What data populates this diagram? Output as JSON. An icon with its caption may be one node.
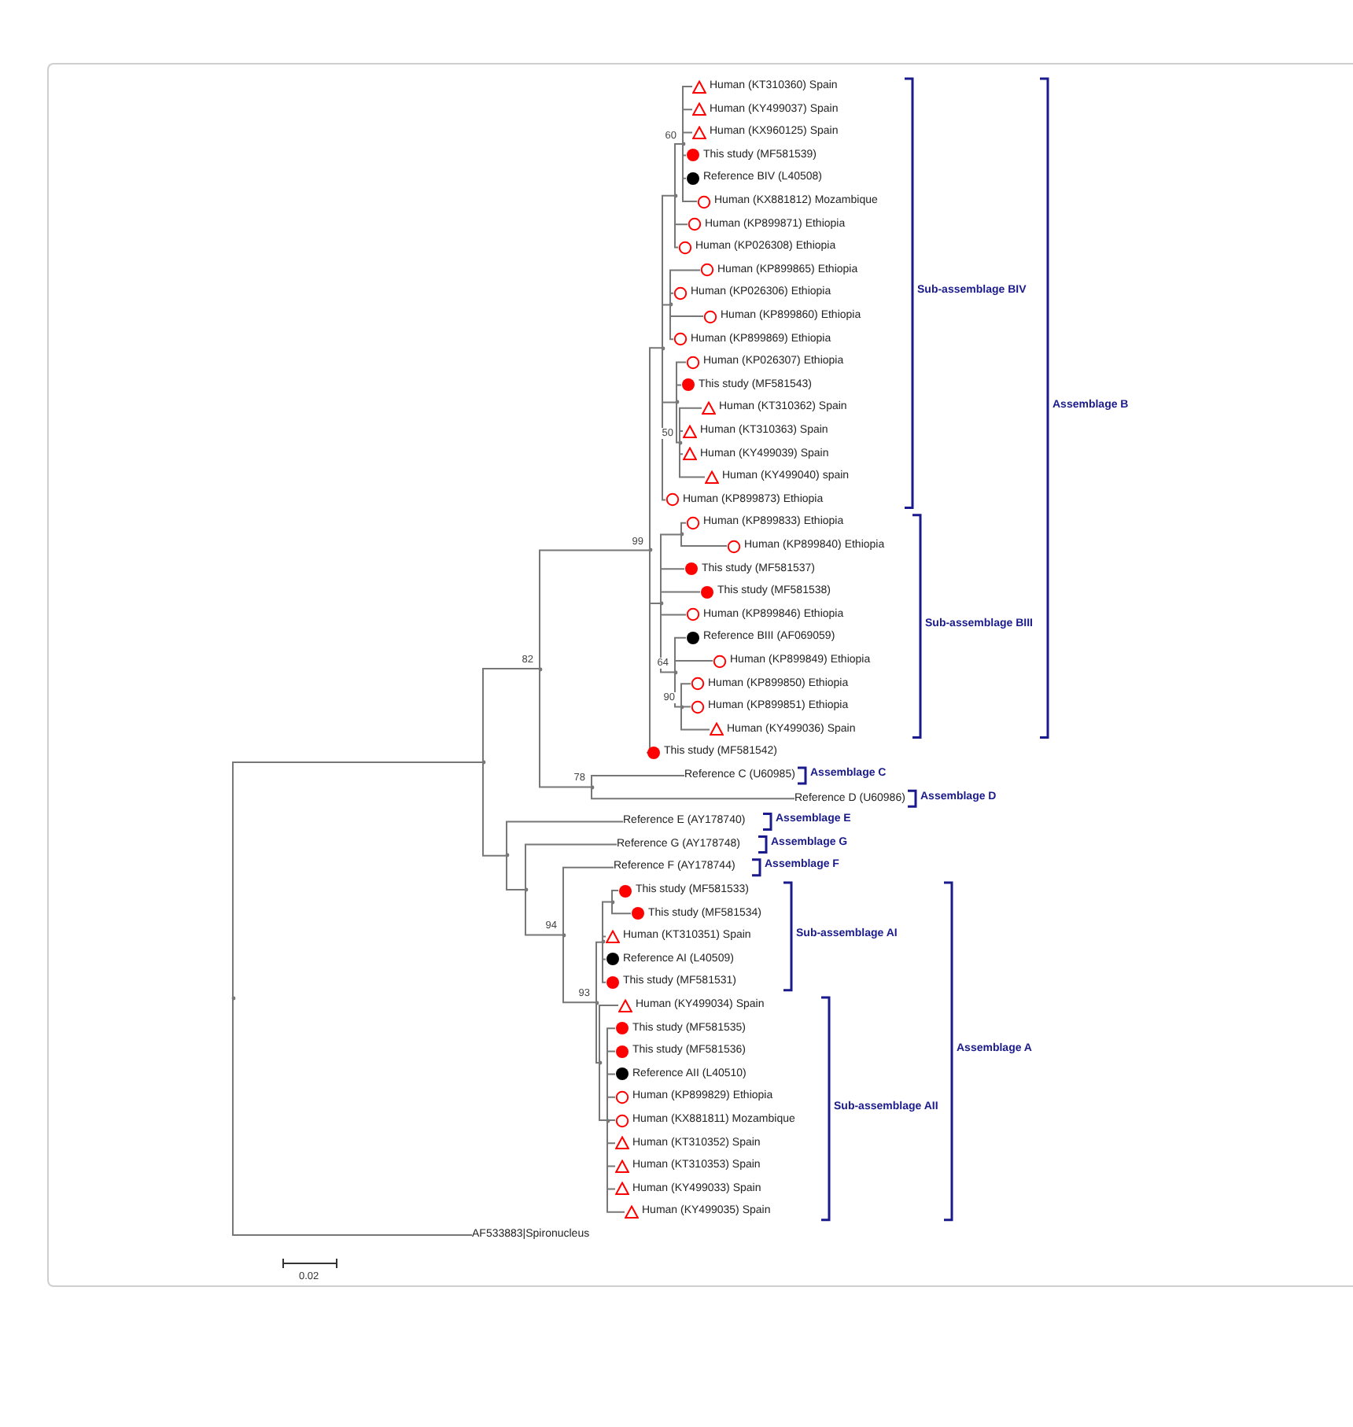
{
  "diagram": {
    "nodes": [
      {
        "text": [],
        "shape": "triangle",
        "beside": [
          "Human (KT310360) Spain"
        ]
      },
      {
        "text": [],
        "shape": "triangle",
        "beside": [
          "Human (KY499037) Spain"
        ]
      },
      {
        "text": [],
        "shape": "triangle",
        "beside": [
          "Human (KX960125) Spain"
        ]
      },
      {
        "text": [],
        "shape": "dot",
        "beside": [
          "This study (MF581539)"
        ]
      },
      {
        "text": [],
        "shape": "dot",
        "beside": [
          "Reference BIV (L40508)"
        ]
      },
      {
        "text": [],
        "shape": "circle",
        "beside": [
          "Human (KX881812) Mozambique"
        ]
      },
      {
        "text": [],
        "shape": "circle",
        "beside": [
          "Human (KP899871) Ethiopia"
        ]
      },
      {
        "text": [],
        "shape": "circle",
        "beside": [
          "Human (KP026308) Ethiopia"
        ]
      },
      {
        "text": [],
        "shape": "circle",
        "beside": [
          "Human (KP899865) Ethiopia"
        ]
      },
      {
        "text": [],
        "shape": "circle",
        "beside": [
          "Human (KP026306) Ethiopia"
        ]
      },
      {
        "text": [],
        "shape": "circle",
        "beside": [
          "Human (KP899860) Ethiopia"
        ]
      },
      {
        "text": [],
        "shape": "circle",
        "beside": [
          "Human (KP899869) Ethiopia"
        ]
      },
      {
        "text": [],
        "shape": "circle",
        "beside": [
          "Human (KP026307) Ethiopia"
        ]
      },
      {
        "text": [],
        "shape": "dot",
        "beside": [
          "This study (MF581543)"
        ]
      },
      {
        "text": [],
        "shape": "triangle",
        "beside": [
          "Human (KT310362) Spain"
        ]
      },
      {
        "text": [],
        "shape": "triangle",
        "beside": [
          "Human (KT310363) Spain"
        ]
      },
      {
        "text": [],
        "shape": "triangle",
        "beside": [
          "Human (KY499039) Spain"
        ]
      },
      {
        "text": [],
        "shape": "triangle",
        "beside": [
          "Human (KY499040) spain"
        ]
      },
      {
        "text": [],
        "shape": "circle",
        "beside": [
          "Human (KP899873) Ethiopia"
        ]
      },
      {
        "text": [],
        "shape": "circle",
        "beside": [
          "Human (KP899833) Ethiopia"
        ]
      },
      {
        "text": [],
        "shape": "circle",
        "beside": [
          "Human (KP899840) Ethiopia"
        ]
      },
      {
        "text": [],
        "shape": "dot",
        "beside": [
          "This study (MF581537)"
        ]
      },
      {
        "text": [],
        "shape": "dot",
        "beside": [
          "This study (MF581538)"
        ]
      },
      {
        "text": [],
        "shape": "circle",
        "beside": [
          "Human (KP899846) Ethiopia"
        ]
      },
      {
        "text": [],
        "shape": "dot",
        "beside": [
          "Reference BIII (AF069059)"
        ]
      },
      {
        "text": [],
        "shape": "circle",
        "beside": [
          "Human (KP899849) Ethiopia"
        ]
      },
      {
        "text": [],
        "shape": "circle",
        "beside": [
          "Human (KP899850) Ethiopia"
        ]
      },
      {
        "text": [],
        "shape": "circle",
        "beside": [
          "Human (KP899851) Ethiopia"
        ]
      },
      {
        "text": [],
        "shape": "triangle",
        "beside": [
          "Human (KY499036) Spain"
        ]
      },
      {
        "text": [],
        "shape": "dot",
        "beside": [
          "This study (MF581542)"
        ]
      },
      {
        "text": [
          "Reference C (U60985)"
        ]
      },
      {
        "text": [
          "Reference D (U60986)"
        ]
      },
      {
        "text": [
          "Reference E (AY178740)"
        ]
      },
      {
        "text": [
          "Reference G (AY178748)"
        ]
      },
      {
        "text": [
          "Reference F (AY178744)"
        ]
      },
      {
        "text": [],
        "shape": "dot",
        "beside": [
          "This study (MF581533)"
        ]
      },
      {
        "text": [],
        "shape": "dot",
        "beside": [
          "This study (MF581534)"
        ]
      },
      {
        "text": [],
        "shape": "triangle",
        "beside": [
          "Human (KT310351) Spain"
        ]
      },
      {
        "text": [],
        "shape": "dot",
        "beside": [
          "Reference AI (L40509)"
        ]
      },
      {
        "text": [],
        "shape": "dot",
        "beside": [
          "This study (MF581531)"
        ]
      },
      {
        "text": [],
        "shape": "triangle",
        "beside": [
          "Human (KY499034) Spain"
        ]
      },
      {
        "text": [],
        "shape": "dot",
        "beside": [
          "This study (MF581535)"
        ]
      },
      {
        "text": [],
        "shape": "dot",
        "beside": [
          "This study (MF581536)"
        ]
      },
      {
        "text": [],
        "shape": "dot",
        "beside": [
          "Reference AII (L40510)"
        ]
      },
      {
        "text": [],
        "shape": "circle",
        "beside": [
          "Human (KP899829) Ethiopia"
        ]
      },
      {
        "text": [],
        "shape": "circle",
        "beside": [
          "Human (KX881811) Mozambique"
        ]
      },
      {
        "text": [],
        "shape": "triangle",
        "beside": [
          "Human (KT310352) Spain"
        ]
      },
      {
        "text": [],
        "shape": "triangle",
        "beside": [
          "Human (KT310353) Spain"
        ]
      },
      {
        "text": [],
        "shape": "triangle",
        "beside": [
          "Human (KY499033) Spain"
        ]
      },
      {
        "text": [],
        "shape": "triangle",
        "beside": [
          "Human (KY499035) Spain"
        ]
      },
      {
        "text": [
          "AF533883|Spironucleus"
        ]
      },
      {
        "text": [],
        "shape": "point"
      },
      {
        "text": [],
        "shape": "point"
      },
      {
        "text": [],
        "shape": "point",
        "beside": [
          "82"
        ]
      },
      {
        "text": [],
        "shape": "point",
        "beside": [
          "99"
        ]
      },
      {
        "text": [],
        "shape": "point"
      },
      {
        "text": [],
        "shape": "point"
      },
      {
        "text": [],
        "shape": "point",
        "beside": [
          "60"
        ]
      },
      {
        "text": [],
        "shape": "point"
      },
      {
        "text": [],
        "shape": "point"
      },
      {
        "text": [],
        "shape": "point",
        "beside": [
          "50"
        ]
      },
      {
        "text": [],
        "shape": "point"
      },
      {
        "text": [],
        "shape": "point"
      },
      {
        "text": [],
        "shape": "point",
        "beside": [
          "64"
        ]
      },
      {
        "text": [],
        "shape": "point",
        "beside": [
          "90"
        ]
      },
      {
        "text": [],
        "shape": "point",
        "beside": [
          "78"
        ]
      },
      {
        "text": [],
        "shape": "point"
      },
      {
        "text": [],
        "shape": "point"
      },
      {
        "text": [],
        "shape": "point",
        "beside": [
          "94"
        ]
      },
      {
        "text": [],
        "shape": "point",
        "beside": [
          "93"
        ]
      },
      {
        "text": [],
        "shape": "point"
      },
      {
        "text": [],
        "shape": "point"
      },
      {
        "text": [],
        "shape": "point"
      },
      {
        "text": [],
        "shape": "point"
      }
    ],
    "edges": [
      {
        "from": 51,
        "to": 50,
        "arrow": "none"
      },
      {
        "from": 51,
        "to": 52,
        "arrow": "none"
      },
      {
        "from": 52,
        "to": 53,
        "arrow": "none"
      },
      {
        "from": 52,
        "to": 66,
        "arrow": "none"
      },
      {
        "from": 53,
        "to": 54,
        "arrow": "none"
      },
      {
        "from": 53,
        "to": 65,
        "arrow": "none"
      },
      {
        "from": 54,
        "to": 55,
        "arrow": "none"
      },
      {
        "from": 54,
        "to": 61,
        "arrow": "none"
      },
      {
        "from": 54,
        "to": 29,
        "arrow": "none"
      },
      {
        "from": 55,
        "to": 56,
        "arrow": "none"
      },
      {
        "from": 55,
        "to": 58,
        "arrow": "none"
      },
      {
        "from": 55,
        "to": 59,
        "arrow": "none"
      },
      {
        "from": 55,
        "to": 18,
        "arrow": "none"
      },
      {
        "from": 56,
        "to": 57,
        "arrow": "none"
      },
      {
        "from": 56,
        "to": 6,
        "arrow": "none"
      },
      {
        "from": 56,
        "to": 7,
        "arrow": "none"
      },
      {
        "from": 57,
        "to": 0,
        "arrow": "none"
      },
      {
        "from": 57,
        "to": 1,
        "arrow": "none"
      },
      {
        "from": 57,
        "to": 2,
        "arrow": "none"
      },
      {
        "from": 57,
        "to": 3,
        "arrow": "none"
      },
      {
        "from": 57,
        "to": 4,
        "arrow": "none"
      },
      {
        "from": 57,
        "to": 5,
        "arrow": "none"
      },
      {
        "from": 58,
        "to": 8,
        "arrow": "none"
      },
      {
        "from": 58,
        "to": 9,
        "arrow": "none"
      },
      {
        "from": 58,
        "to": 10,
        "arrow": "none"
      },
      {
        "from": 58,
        "to": 11,
        "arrow": "none"
      },
      {
        "from": 59,
        "to": 12,
        "arrow": "none"
      },
      {
        "from": 59,
        "to": 13,
        "arrow": "none"
      },
      {
        "from": 59,
        "to": 60,
        "arrow": "none"
      },
      {
        "from": 60,
        "to": 14,
        "arrow": "none"
      },
      {
        "from": 60,
        "to": 15,
        "arrow": "none"
      },
      {
        "from": 60,
        "to": 16,
        "arrow": "none"
      },
      {
        "from": 60,
        "to": 17,
        "arrow": "none"
      },
      {
        "from": 61,
        "to": 62,
        "arrow": "none"
      },
      {
        "from": 61,
        "to": 21,
        "arrow": "none"
      },
      {
        "from": 61,
        "to": 22,
        "arrow": "none"
      },
      {
        "from": 61,
        "to": 23,
        "arrow": "none"
      },
      {
        "from": 61,
        "to": 63,
        "arrow": "none"
      },
      {
        "from": 62,
        "to": 19,
        "arrow": "none"
      },
      {
        "from": 62,
        "to": 20,
        "arrow": "none"
      },
      {
        "from": 63,
        "to": 24,
        "arrow": "none"
      },
      {
        "from": 63,
        "to": 25,
        "arrow": "none"
      },
      {
        "from": 63,
        "to": 64,
        "arrow": "none"
      },
      {
        "from": 64,
        "to": 26,
        "arrow": "none"
      },
      {
        "from": 64,
        "to": 27,
        "arrow": "none"
      },
      {
        "from": 64,
        "to": 28,
        "arrow": "none"
      },
      {
        "from": 65,
        "to": 30,
        "arrow": "none"
      },
      {
        "from": 65,
        "to": 31,
        "arrow": "none"
      },
      {
        "from": 66,
        "to": 32,
        "arrow": "none"
      },
      {
        "from": 66,
        "to": 67,
        "arrow": "none"
      },
      {
        "from": 67,
        "to": 33,
        "arrow": "none"
      },
      {
        "from": 67,
        "to": 68,
        "arrow": "none"
      },
      {
        "from": 68,
        "to": 34,
        "arrow": "none"
      },
      {
        "from": 68,
        "to": 69,
        "arrow": "none"
      },
      {
        "from": 69,
        "to": 70,
        "arrow": "none"
      },
      {
        "from": 69,
        "to": 72,
        "arrow": "none"
      },
      {
        "from": 70,
        "to": 71,
        "arrow": "none"
      },
      {
        "from": 70,
        "to": 37,
        "arrow": "none"
      },
      {
        "from": 70,
        "to": 38,
        "arrow": "none"
      },
      {
        "from": 70,
        "to": 39,
        "arrow": "none"
      },
      {
        "from": 71,
        "to": 35,
        "arrow": "none"
      },
      {
        "from": 71,
        "to": 36,
        "arrow": "none"
      },
      {
        "from": 72,
        "to": 40,
        "arrow": "none"
      },
      {
        "from": 72,
        "to": 73,
        "arrow": "none"
      },
      {
        "from": 73,
        "to": 41,
        "arrow": "none"
      },
      {
        "from": 73,
        "to": 42,
        "arrow": "none"
      },
      {
        "from": 73,
        "to": 43,
        "arrow": "none"
      },
      {
        "from": 73,
        "to": 44,
        "arrow": "none"
      },
      {
        "from": 73,
        "to": 45,
        "arrow": "none"
      },
      {
        "from": 73,
        "to": 46,
        "arrow": "none"
      },
      {
        "from": 73,
        "to": 47,
        "arrow": "none"
      },
      {
        "from": 73,
        "to": 48,
        "arrow": "none"
      },
      {
        "from": 73,
        "to": 49,
        "arrow": "none"
      }
    ],
    "labels": [
      "Sub-assemblage BIV",
      "Assemblage B",
      "Sub-assemblage BIII",
      "Assemblage C",
      "Assemblage D",
      "Assemblage E",
      "Assemblage G",
      "Assemblage F",
      "Sub-assemblage AI",
      "Assemblage A",
      "Sub-assemblage AII",
      "0.02"
    ]
  }
}
